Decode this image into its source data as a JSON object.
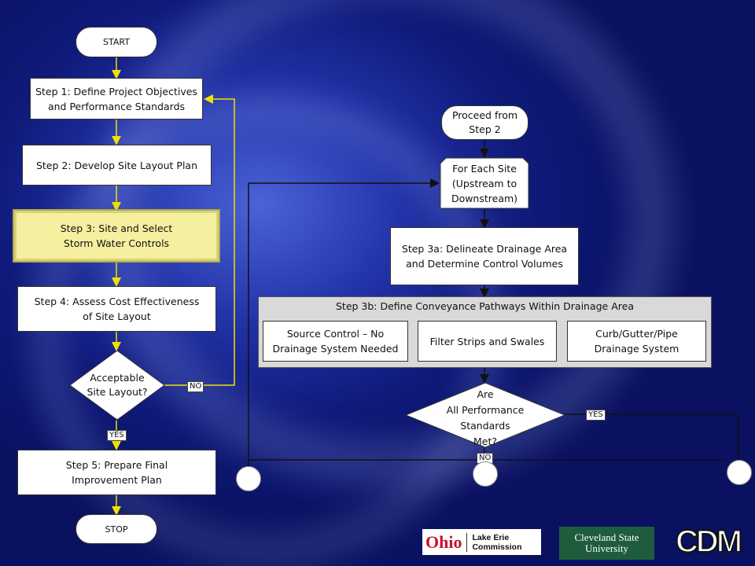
{
  "left": {
    "start": "START",
    "step1": "Step 1: Define Project Objectives\nand Performance Standards",
    "step2": "Step 2: Develop Site Layout Plan",
    "step3": "Step 3: Site and Select\nStorm Water Controls",
    "step4": "Step 4: Assess Cost Effectiveness\nof Site Layout",
    "decision": "Acceptable\nSite Layout?",
    "no_label": "NO",
    "yes_label": "YES",
    "step5": "Step 5: Prepare Final\nImprovement Plan",
    "stop": "STOP"
  },
  "right": {
    "proceed": "Proceed from\nStep 2",
    "for_each": "For Each Site\n(Upstream to\nDownstream)",
    "step3a": "Step 3a: Delineate Drainage Area\nand Determine Control Volumes",
    "step3b_title": "Step 3b: Define Conveyance Pathways Within Drainage Area",
    "options": [
      "Source Control – No\nDrainage System Needed",
      "Filter Strips and Swales",
      "Curb/Gutter/Pipe\nDrainage System"
    ],
    "decision": "Are\nAll Performance\nStandards\nMet?",
    "yes_label": "YES",
    "no_label": "NO"
  },
  "logos": {
    "ohio_word": "Ohio",
    "lake_erie": "Lake Erie\nCommission",
    "csu": "Cleveland State\nUniversity",
    "cdm": "CDM"
  },
  "colors": {
    "highlight": "#f5f0a0",
    "arrow_left": "#f0e000",
    "ohio_red": "#c8102e",
    "csu_green": "#1f5c3c"
  }
}
